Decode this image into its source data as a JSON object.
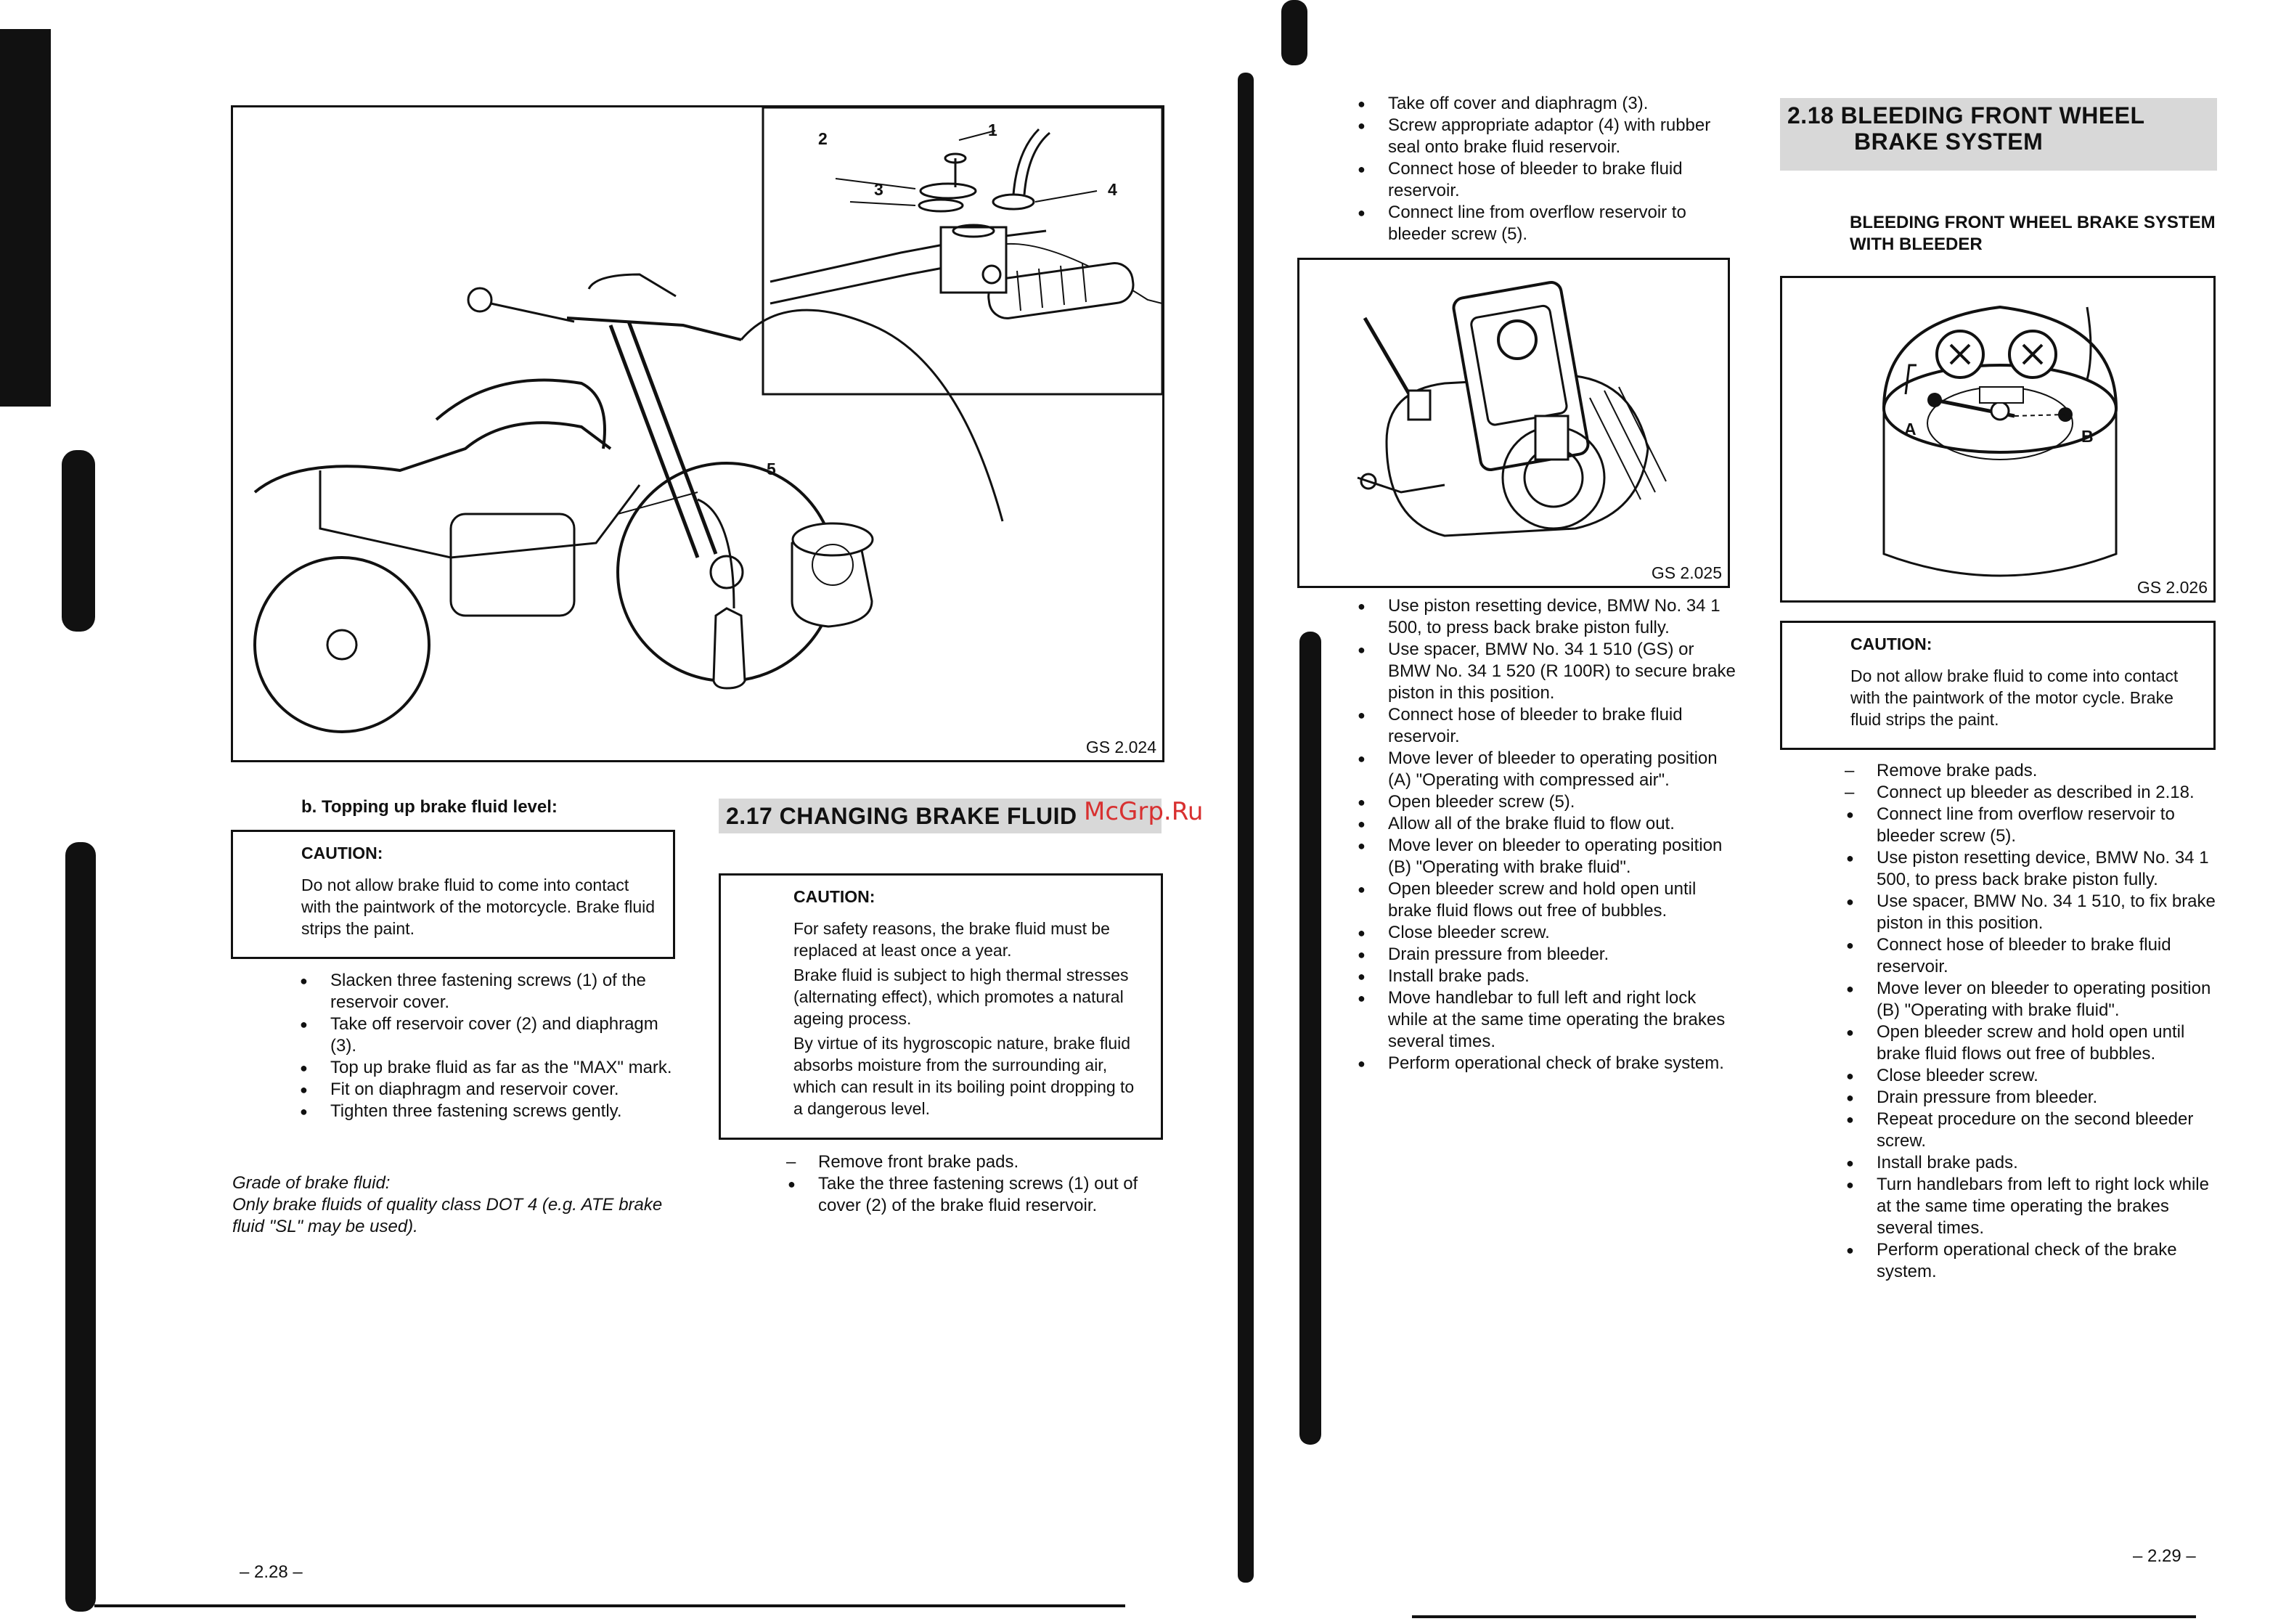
{
  "left_page": {
    "figure": {
      "label": "GS 2.024",
      "callouts": [
        "1",
        "2",
        "3",
        "4",
        "5"
      ]
    },
    "topping_up": {
      "heading": "b. Topping up brake fluid level:",
      "caution_title": "CAUTION:",
      "caution_text": "Do not allow brake fluid to come into contact with the paintwork of the motorcycle. Brake fluid strips the paint.",
      "steps": [
        "Slacken three fastening screws (1) of the reservoir cover.",
        "Take off reservoir cover (2) and diaphragm (3).",
        "Top up brake fluid as far as the \"MAX\" mark.",
        "Fit on diaphragm and reservoir cover.",
        "Tighten three fastening screws gently."
      ],
      "grade_title": "Grade of brake fluid:",
      "grade_text": "Only brake fluids of quality class DOT 4 (e.g. ATE brake fluid \"SL\" may be used)."
    },
    "section_217": {
      "title": "2.17  CHANGING BRAKE FLUID",
      "caution_title": "CAUTION:",
      "caution_paras": [
        "For safety reasons, the brake fluid must be replaced at least once a year.",
        "Brake fluid is subject to high thermal stresses (alternating effect), which promotes a natural ageing process.",
        "By virtue of its hygroscopic nature, brake fluid absorbs moisture from the surrounding air, which can result in its boiling point dropping to a dangerous level."
      ],
      "steps": [
        {
          "kind": "dash",
          "text": "Remove front brake pads."
        },
        {
          "kind": "dot",
          "text": "Take the three fastening screws (1) out of cover (2) of the brake fluid reservoir."
        }
      ]
    },
    "page_number": "– 2.28 –",
    "watermark": "McGrp.Ru"
  },
  "right_page": {
    "col1_steps_top": [
      "Take off cover and diaphragm (3).",
      "Screw appropriate adaptor (4) with rubber seal onto brake fluid reservoir.",
      "Connect hose of bleeder to brake fluid reservoir.",
      "Connect line from overflow reservoir to bleeder screw (5)."
    ],
    "figure_025": {
      "label": "GS 2.025"
    },
    "col1_steps_bottom": [
      "Use piston resetting device, BMW No. 34 1 500, to press back brake piston fully.",
      "Use spacer, BMW No. 34 1 510 (GS) or BMW No. 34 1 520 (R 100R) to secure brake piston in this position.",
      "Connect hose of bleeder to brake fluid reservoir.",
      "Move lever of bleeder to operating position (A) \"Operating with compressed air\".",
      "Open bleeder screw (5).",
      "Allow all of the brake fluid to flow out.",
      "Move lever on bleeder to operating position (B) \"Operating with brake fluid\".",
      "Open bleeder screw and hold open until brake fluid flows out free of bubbles.",
      "Close bleeder screw.",
      "Drain pressure from bleeder.",
      "Install brake pads.",
      "Move handlebar to full left and right lock while at the same time operating the brakes several times.",
      "Perform operational check of brake system."
    ],
    "section_218": {
      "title_line1": "2.18  BLEEDING  FRONT  WHEEL",
      "title_line2": "BRAKE SYSTEM",
      "subheading": "BLEEDING FRONT WHEEL BRAKE SYSTEM WITH BLEEDER",
      "figure_label": "GS 2.026",
      "figure_callouts": [
        "A",
        "B"
      ],
      "caution_title": "CAUTION:",
      "caution_text": "Do not allow brake fluid to come into contact with the paintwork of the motor cycle. Brake fluid strips the paint.",
      "steps": [
        {
          "kind": "dash",
          "text": "Remove brake pads."
        },
        {
          "kind": "dash",
          "text": "Connect up bleeder as described in 2.18."
        },
        {
          "kind": "dot",
          "text": "Connect line from overflow reservoir to bleeder screw (5)."
        },
        {
          "kind": "dot",
          "text": "Use piston resetting device, BMW No. 34 1 500, to press back brake piston fully."
        },
        {
          "kind": "dot",
          "text": "Use spacer, BMW No. 34 1 510, to fix brake piston in this position."
        },
        {
          "kind": "dot",
          "text": "Connect hose of bleeder to brake fluid reservoir."
        },
        {
          "kind": "dot",
          "text": "Move lever on bleeder to operating position (B) \"Operating with brake fluid\"."
        },
        {
          "kind": "dot",
          "text": "Open bleeder screw and hold open until brake fluid flows out free of bubbles."
        },
        {
          "kind": "dot",
          "text": "Close bleeder screw."
        },
        {
          "kind": "dot",
          "text": "Drain pressure from bleeder."
        },
        {
          "kind": "dot",
          "text": "Repeat procedure on the second bleeder screw."
        },
        {
          "kind": "dot",
          "text": "Install brake pads."
        },
        {
          "kind": "dot",
          "text": "Turn handlebars from left to right lock while at the same time operating the brakes several times."
        },
        {
          "kind": "dot",
          "text": "Perform operational check of the brake system."
        }
      ]
    },
    "page_number": "– 2.29 –"
  },
  "colors": {
    "ink": "#111111",
    "section_shade": "#d8d8d8",
    "watermark": "#d83030"
  }
}
